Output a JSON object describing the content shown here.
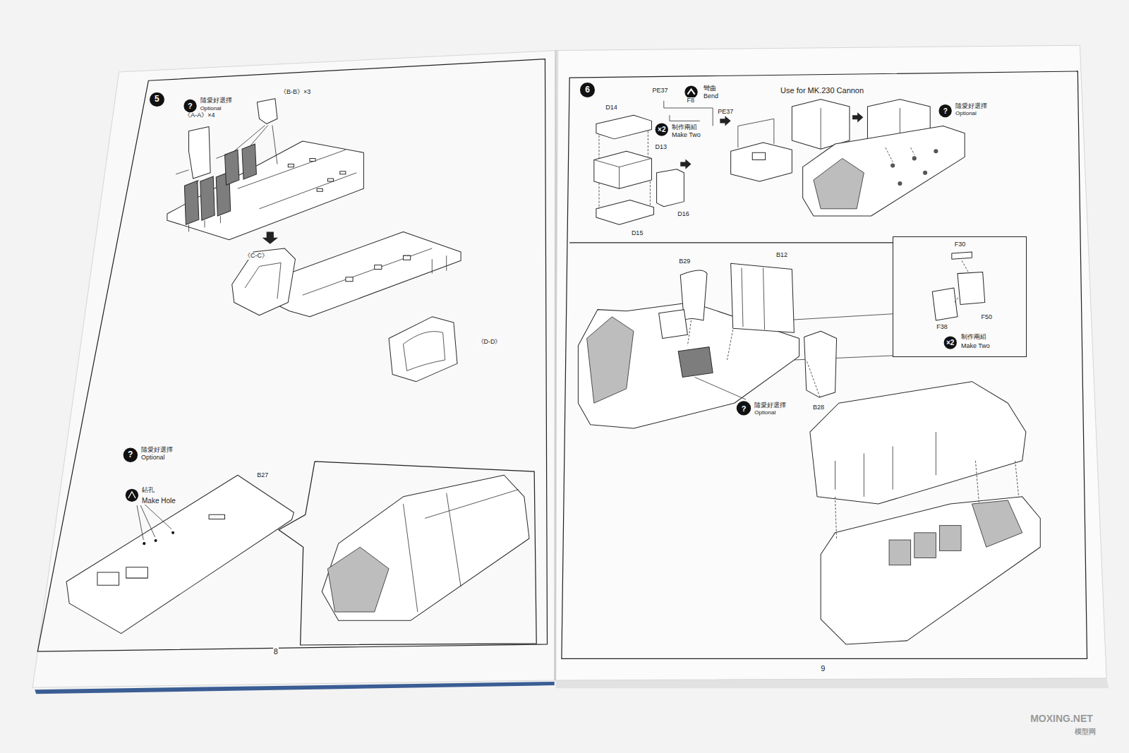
{
  "diagram": {
    "nodes": [
      {
        "text": [
          "5"
        ]
      },
      {
        "text": [
          "6"
        ]
      },
      {
        "text": [
          "F30",
          "F38",
          "F50",
          "×2",
          "制作兩組",
          "Make Two"
        ]
      }
    ],
    "labels": [
      "?",
      "隨愛好選擇",
      "Optional",
      "《A-A》×4",
      "《B-B》×3",
      "《C-C》",
      "《D-D》",
      "?",
      "隨愛好選擇",
      "Optional",
      "鉆孔",
      "Make Hole",
      "B27",
      "8",
      "PE37",
      "彎曲",
      "Bend",
      "F8",
      "PE37",
      "Use for MK.230 Cannon",
      "D14",
      "×2",
      "制作兩組",
      "Make Two",
      "D13",
      "D16",
      "D15",
      "?",
      "隨愛好選擇",
      "Optional",
      "B29",
      "B12",
      "?",
      "隨愛好選擇",
      "Optional",
      "B28",
      "9",
      "MOXING.NET",
      "模型网"
    ]
  }
}
